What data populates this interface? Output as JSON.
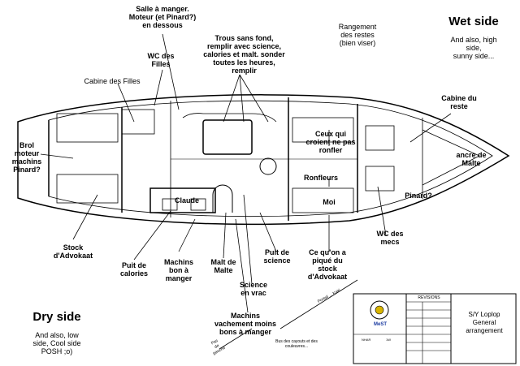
{
  "headings": {
    "wet_side": "Wet side",
    "wet_side_sub": "And also, high\nside,\nsunny side...",
    "dry_side": "Dry side",
    "dry_side_sub": "And also, low\nside, Cool side\nPOSH ;o)"
  },
  "labels": {
    "salle": "Salle à manger.\nMoteur (et Pinard?)\nen dessous",
    "rangement": "Rangement\ndes restes\n(bien viser)",
    "trous": "Trous sans fond,\nremplir avec science,\ncalories et malt. sonder\ntoutes les heures,\nremplir",
    "wc_filles": "WC des\nFilles",
    "cabine_filles": "Cabine des Filles",
    "cabine_reste": "Cabine du\nreste",
    "brol": "Brol\nmoteur\nmachins\nPinard?",
    "ceux": "Ceux qui\ncroient ne pas\nronfler",
    "ronfleurs": "Ronfleurs",
    "ancre": "ancre de\nMalte",
    "claude": "Claude",
    "moi": "Moi",
    "pinard": "Pinard?",
    "stock": "Stock\nd'Advokaat",
    "wc_mecs": "WC des\nmecs",
    "puit_calories": "Puit de\ncalories",
    "machins_bon": "Machins\nbon à\nmanger",
    "malt": "Malt de\nMalte",
    "puit_science": "Puit de\nscience",
    "pique": "Ce qu'on a\npiqué du\nstock\nd'Advokaat",
    "science_vrac": "Science\nen vrac",
    "machins_vach": "Machins\nvachement moins\nbons à manger",
    "bus": "Bus des cayouts et des\ncouleuvres...",
    "portail": "Portail ... Kaiti",
    "pas_de": "Pas\nde\ngauche"
  },
  "title_block": {
    "logo_text": "MeST",
    "revisions": "REVISIONS",
    "ship": "S/Y Loplop\nGeneral\narrangement",
    "n1": "NHAR",
    "n2": "1W"
  }
}
